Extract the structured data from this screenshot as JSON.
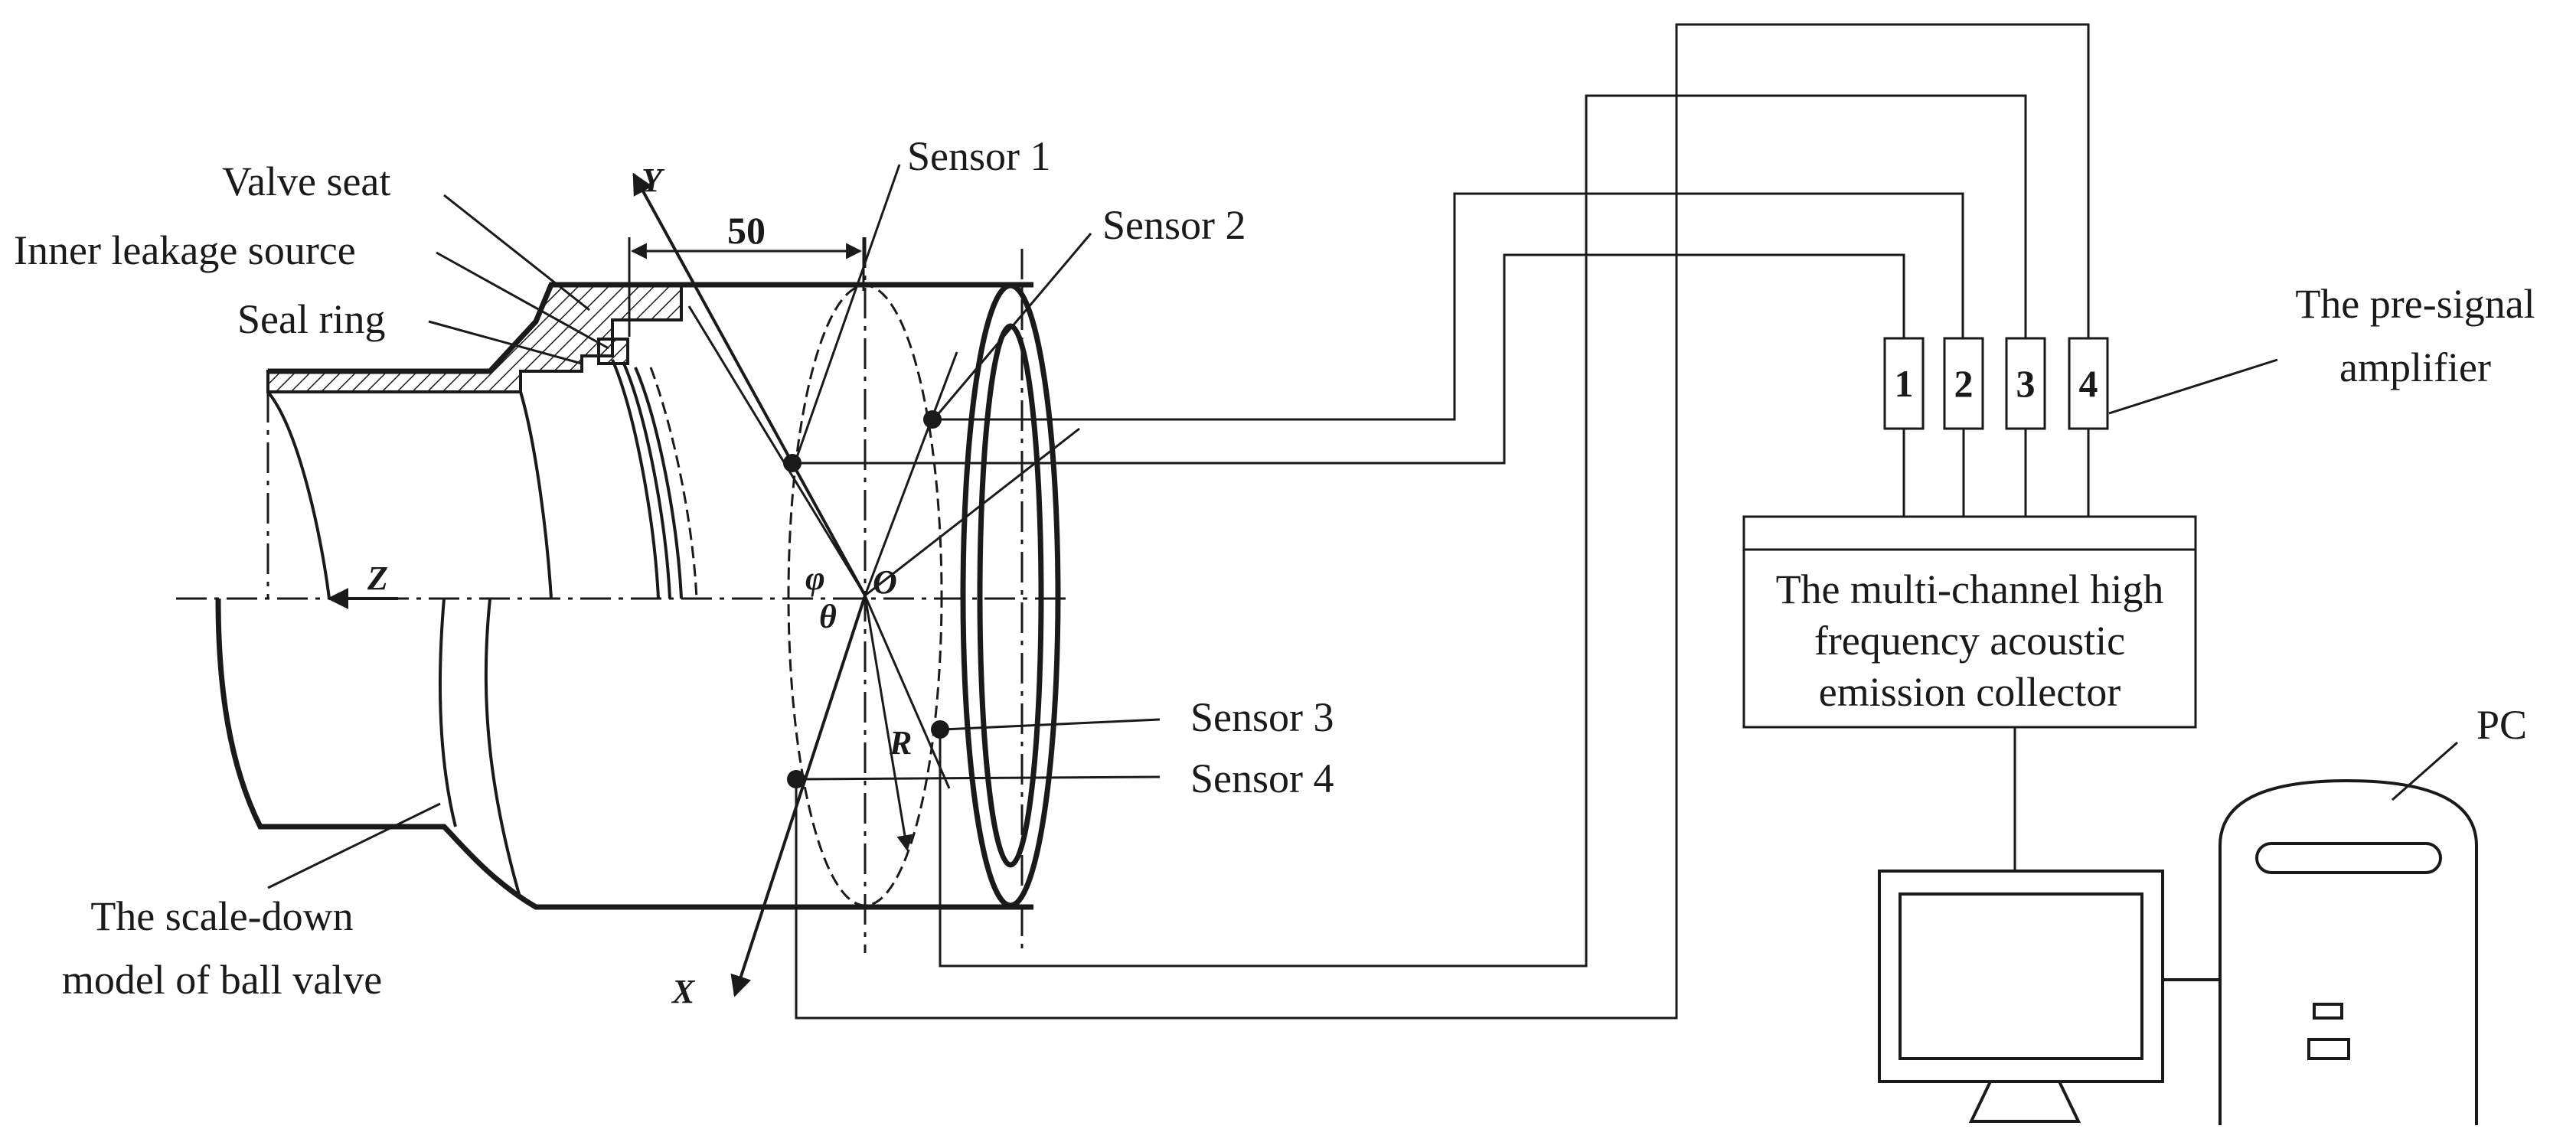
{
  "labels": {
    "valve_seat": "Valve seat",
    "inner_leakage_source": "Inner leakage source",
    "seal_ring": "Seal ring",
    "dimension_50": "50",
    "sensor_1": "Sensor 1",
    "sensor_2": "Sensor 2",
    "sensor_3": "Sensor 3",
    "sensor_4": "Sensor 4",
    "model_line1": "The scale-down",
    "model_line2": "model of ball valve",
    "amplifier_line1": "The pre-signal",
    "amplifier_line2": "amplifier",
    "collector_line1": "The multi-channel  high",
    "collector_line2": "frequency acoustic",
    "collector_line3": "emission collector",
    "pc": "PC"
  },
  "axes": {
    "y": "Y",
    "x": "X",
    "z": "Z",
    "origin": "O",
    "phi": "φ",
    "theta": "θ",
    "r": "R"
  },
  "amplifier_channels": [
    "1",
    "2",
    "3",
    "4"
  ],
  "colors": {
    "ink": "#1a1a1a",
    "background": "#ffffff"
  }
}
